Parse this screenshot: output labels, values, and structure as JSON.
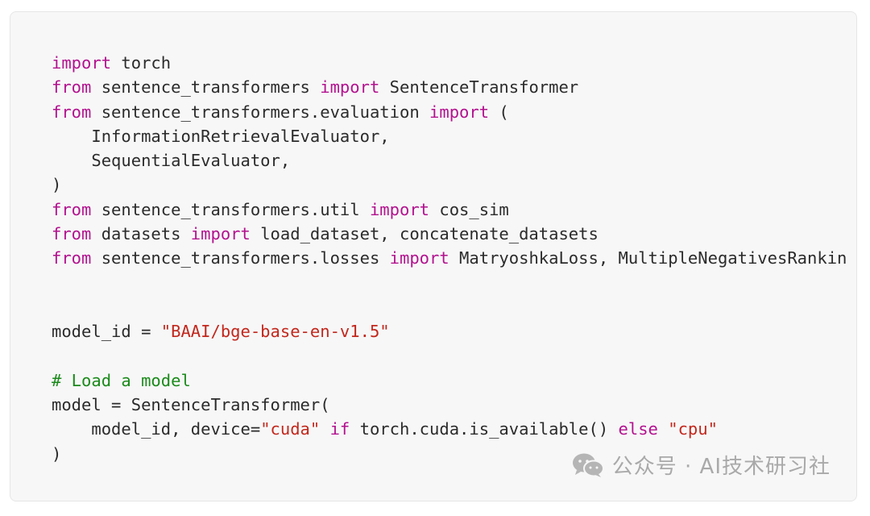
{
  "code": {
    "lines": [
      [
        {
          "t": "kw",
          "v": "import"
        },
        {
          "t": "plain",
          "v": " torch"
        }
      ],
      [
        {
          "t": "kw",
          "v": "from"
        },
        {
          "t": "plain",
          "v": " sentence_transformers "
        },
        {
          "t": "kw",
          "v": "import"
        },
        {
          "t": "plain",
          "v": " SentenceTransformer"
        }
      ],
      [
        {
          "t": "kw",
          "v": "from"
        },
        {
          "t": "plain",
          "v": " sentence_transformers.evaluation "
        },
        {
          "t": "kw",
          "v": "import"
        },
        {
          "t": "plain",
          "v": " ("
        }
      ],
      [
        {
          "t": "plain",
          "v": "    InformationRetrievalEvaluator,"
        }
      ],
      [
        {
          "t": "plain",
          "v": "    SequentialEvaluator,"
        }
      ],
      [
        {
          "t": "plain",
          "v": ")"
        }
      ],
      [
        {
          "t": "kw",
          "v": "from"
        },
        {
          "t": "plain",
          "v": " sentence_transformers.util "
        },
        {
          "t": "kw",
          "v": "import"
        },
        {
          "t": "plain",
          "v": " cos_sim"
        }
      ],
      [
        {
          "t": "kw",
          "v": "from"
        },
        {
          "t": "plain",
          "v": " datasets "
        },
        {
          "t": "kw",
          "v": "import"
        },
        {
          "t": "plain",
          "v": " load_dataset, concatenate_datasets"
        }
      ],
      [
        {
          "t": "kw",
          "v": "from"
        },
        {
          "t": "plain",
          "v": " sentence_transformers.losses "
        },
        {
          "t": "kw",
          "v": "import"
        },
        {
          "t": "plain",
          "v": " MatryoshkaLoss, MultipleNegativesRankin"
        }
      ],
      [],
      [],
      [
        {
          "t": "plain",
          "v": "model_id = "
        },
        {
          "t": "str",
          "v": "\"BAAI/bge-base-en-v1.5\""
        }
      ],
      [],
      [
        {
          "t": "cmt",
          "v": "# Load a model"
        }
      ],
      [
        {
          "t": "plain",
          "v": "model = SentenceTransformer("
        }
      ],
      [
        {
          "t": "plain",
          "v": "    model_id, device="
        },
        {
          "t": "str",
          "v": "\"cuda\""
        },
        {
          "t": "plain",
          "v": " "
        },
        {
          "t": "kw",
          "v": "if"
        },
        {
          "t": "plain",
          "v": " torch.cuda.is_available() "
        },
        {
          "t": "kw",
          "v": "else"
        },
        {
          "t": "plain",
          "v": " "
        },
        {
          "t": "str",
          "v": "\"cpu\""
        }
      ],
      [
        {
          "t": "plain",
          "v": ")"
        }
      ]
    ]
  },
  "watermark": {
    "text": "公众号 · AI技术研习社",
    "icon": "wechat-icon"
  },
  "colors": {
    "keyword": "#b3128f",
    "string": "#c2271c",
    "comment": "#1a8a1a",
    "text": "#2b2b2b",
    "background": "#f7f7f7"
  }
}
